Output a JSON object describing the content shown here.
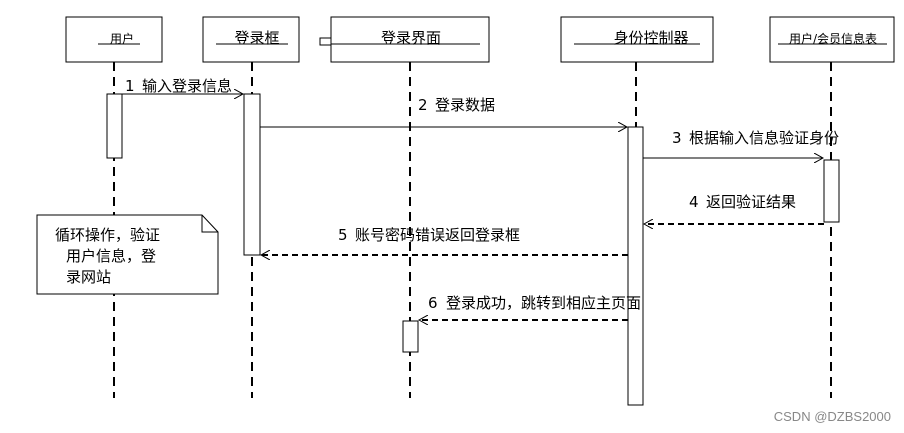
{
  "participants": [
    {
      "id": "user",
      "label": "用户"
    },
    {
      "id": "login_box",
      "label": "登录框"
    },
    {
      "id": "login_ui",
      "label": "登录界面"
    },
    {
      "id": "auth_controller",
      "label": "身份控制器"
    },
    {
      "id": "user_table",
      "label": "用户/会员信息表"
    }
  ],
  "messages": [
    {
      "num": "1",
      "text": "输入登录信息",
      "style": "solid"
    },
    {
      "num": "2",
      "text": "登录数据",
      "style": "solid"
    },
    {
      "num": "3",
      "text": "根据输入信息验证身份",
      "style": "solid"
    },
    {
      "num": "4",
      "text": "返回验证结果",
      "style": "dashed"
    },
    {
      "num": "5",
      "text": "账号密码错误返回登录框",
      "style": "dashed"
    },
    {
      "num": "6",
      "text": "登录成功，跳转到相应主页面",
      "style": "dashed"
    }
  ],
  "note": {
    "lines": [
      "循环操作，验证",
      "用户信息，登",
      "录网站"
    ]
  },
  "watermark": "CSDN @DZBS2000"
}
